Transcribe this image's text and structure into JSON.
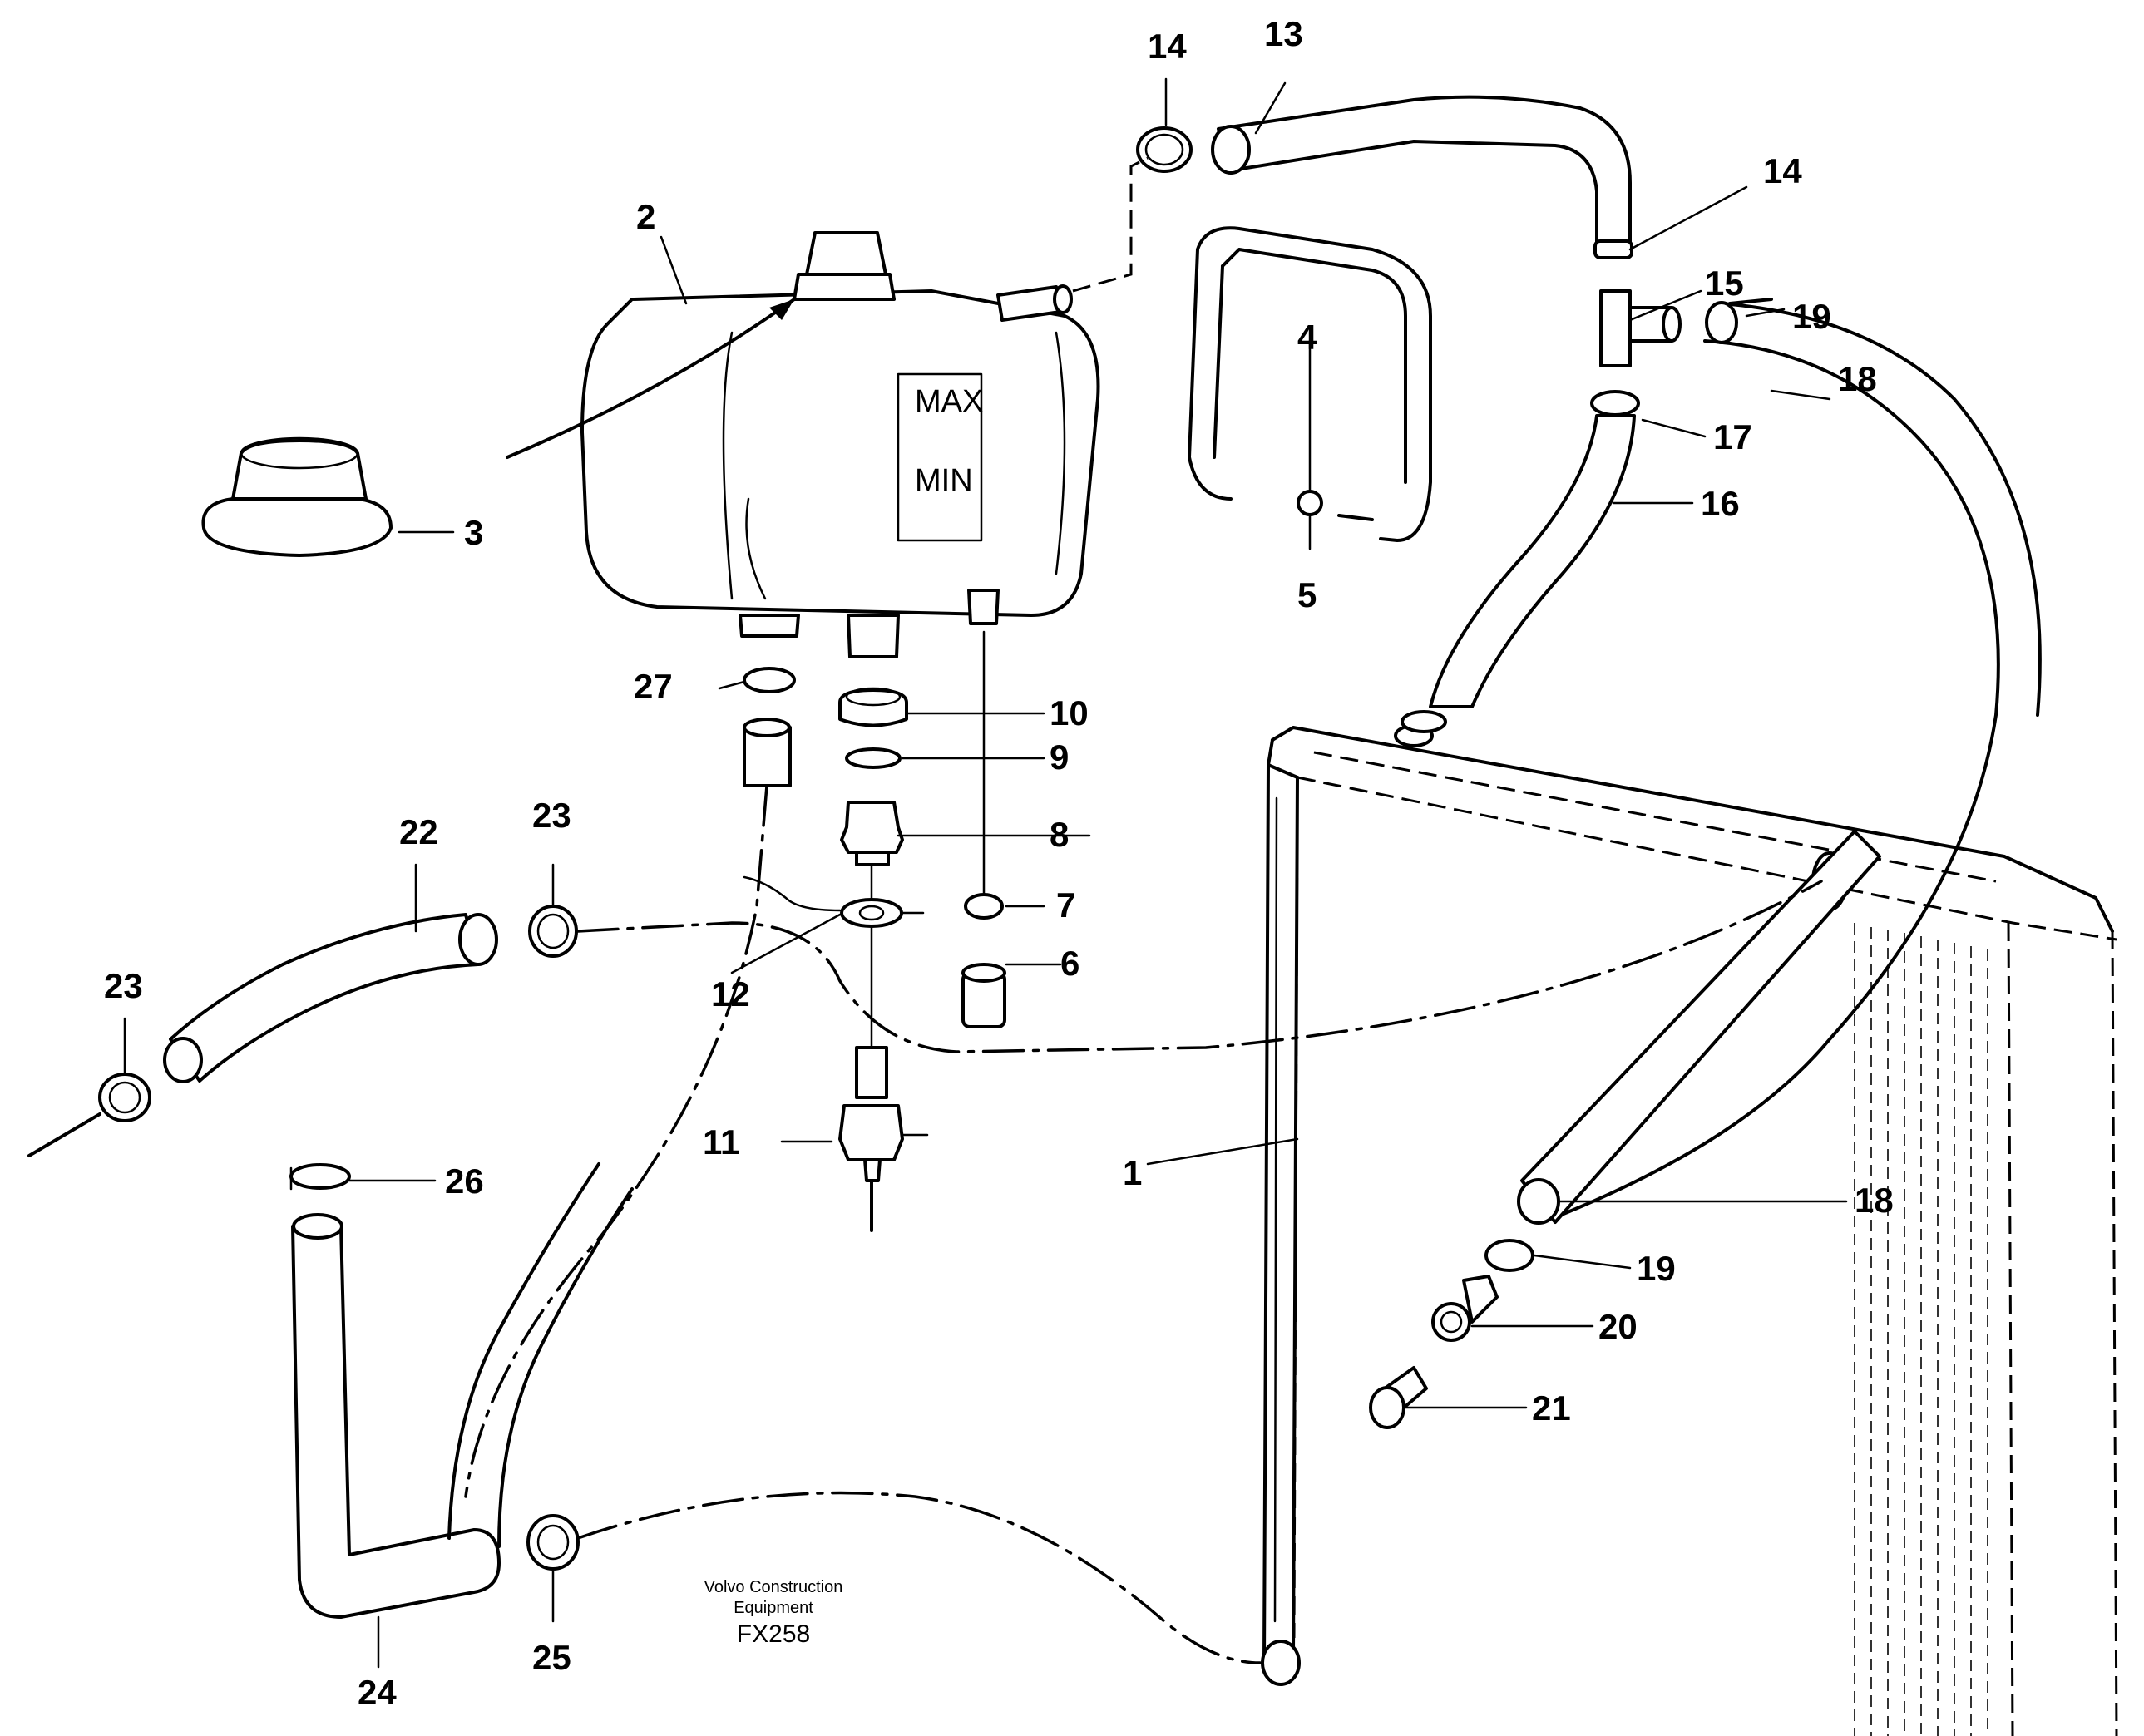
{
  "diagram": {
    "parts": [
      {
        "id": "p1",
        "label": "1"
      },
      {
        "id": "p2",
        "label": "2"
      },
      {
        "id": "p3",
        "label": "3"
      },
      {
        "id": "p4",
        "label": "4"
      },
      {
        "id": "p5",
        "label": "5"
      },
      {
        "id": "p6",
        "label": "6"
      },
      {
        "id": "p7",
        "label": "7"
      },
      {
        "id": "p8",
        "label": "8"
      },
      {
        "id": "p9",
        "label": "9"
      },
      {
        "id": "p10",
        "label": "10"
      },
      {
        "id": "p11",
        "label": "11"
      },
      {
        "id": "p12",
        "label": "12"
      },
      {
        "id": "p13",
        "label": "13"
      },
      {
        "id": "p14a",
        "label": "14"
      },
      {
        "id": "p14b",
        "label": "14"
      },
      {
        "id": "p15",
        "label": "15"
      },
      {
        "id": "p16",
        "label": "16"
      },
      {
        "id": "p17",
        "label": "17"
      },
      {
        "id": "p18a",
        "label": "18"
      },
      {
        "id": "p18b",
        "label": "18"
      },
      {
        "id": "p19a",
        "label": "19"
      },
      {
        "id": "p19b",
        "label": "19"
      },
      {
        "id": "p20",
        "label": "20"
      },
      {
        "id": "p21",
        "label": "21"
      },
      {
        "id": "p22",
        "label": "22"
      },
      {
        "id": "p23a",
        "label": "23"
      },
      {
        "id": "p23b",
        "label": "23"
      },
      {
        "id": "p24",
        "label": "24"
      },
      {
        "id": "p25",
        "label": "25"
      },
      {
        "id": "p26",
        "label": "26"
      },
      {
        "id": "p27",
        "label": "27"
      }
    ],
    "tank_markings": {
      "max": "MAX",
      "min": "MIN"
    },
    "credit": {
      "line1": "Volvo Construction",
      "line2": "Equipment",
      "code": "FX258"
    }
  }
}
